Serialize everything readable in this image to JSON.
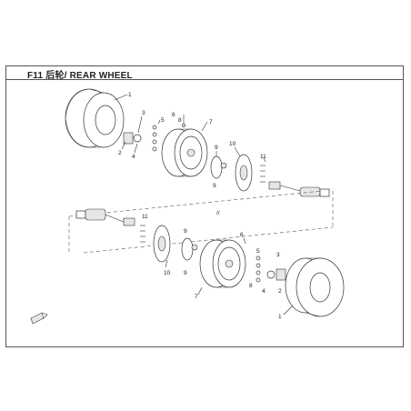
{
  "title": "F11 后轮/ REAR WHEEL",
  "labels": {
    "n1a": "1",
    "n1b": "1",
    "n2a": "2",
    "n2b": "2",
    "n3a": "3",
    "n3b": "3",
    "n4a": "4",
    "n4b": "4",
    "n5a": "5",
    "n5b": "5",
    "n6a": "6",
    "n6b": "6",
    "n7a": "7",
    "n7b": "7",
    "n8a": "8",
    "n8b": "8",
    "n9a": "9",
    "n9b": "9",
    "n9c": "9",
    "n9d": "9",
    "n10a": "10",
    "n10b": "10",
    "n11a": "11",
    "n11b": "11"
  },
  "icons": {
    "front_arrow": "direction-arrow-icon"
  }
}
